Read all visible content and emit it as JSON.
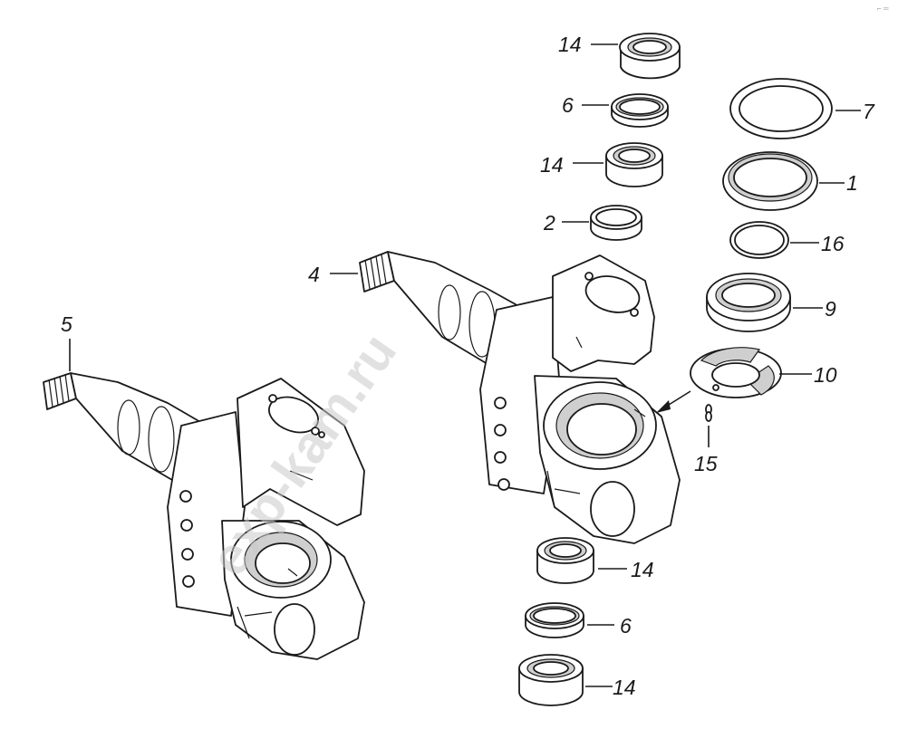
{
  "diagram": {
    "labels": {
      "l1": "1",
      "l2": "2",
      "l4": "4",
      "l5": "5",
      "l6a": "6",
      "l6b": "6",
      "l7": "7",
      "l9": "9",
      "l10": "10",
      "l14a": "14",
      "l14b": "14",
      "l14c": "14",
      "l14d": "14",
      "l15": "15",
      "l16": "16"
    },
    "watermark": "exp-kam.ru",
    "corner_mark": "⌐ ═"
  }
}
